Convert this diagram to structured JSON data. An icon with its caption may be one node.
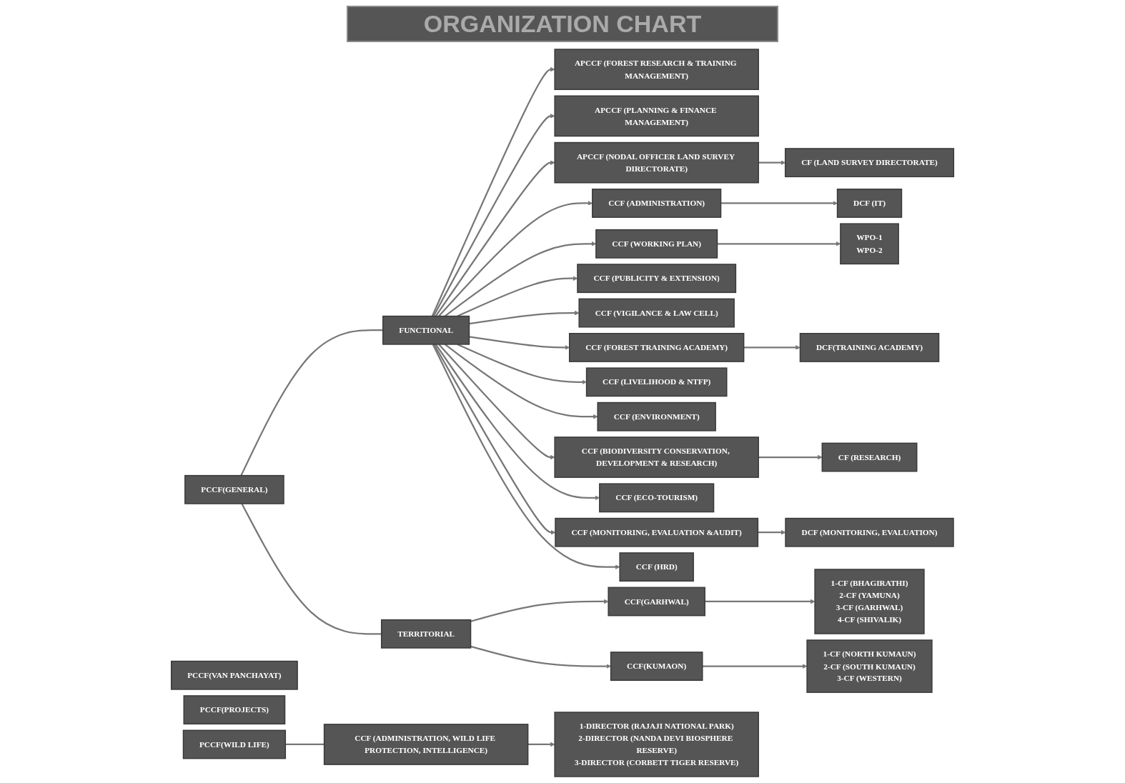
{
  "diagram": {
    "title": "ORGANIZATION CHART",
    "nodes": [
      {
        "text": [
          "PCCF(GENERAL)"
        ]
      },
      {
        "text": [
          "PCCF(VAN PANCHAYAT)"
        ]
      },
      {
        "text": [
          "PCCF(PROJECTS)"
        ]
      },
      {
        "text": [
          "PCCF(WILD LIFE)"
        ]
      },
      {
        "text": [
          "FUNCTIONAL"
        ]
      },
      {
        "text": [
          "TERRITORIAL"
        ]
      },
      {
        "text": [
          "APCCF (FOREST RESEARCH & TRAINING MANAGEMENT)"
        ]
      },
      {
        "text": [
          "APCCF (PLANNING & FINANCE MANAGEMENT)"
        ]
      },
      {
        "text": [
          "APCCF (NODAL OFFICER LAND SURVEY DIRECTORATE)"
        ]
      },
      {
        "text": [
          "CCF(GARHWAL)"
        ]
      },
      {
        "text": [
          "CCF(KUMAON)"
        ]
      },
      {
        "text": [
          "1-CF (BHAGIRATHI)",
          "2-CF (YAMUNA)",
          "3-CF (GARHWAL)",
          "4-CF (SHIVALIK)"
        ]
      },
      {
        "text": [
          "1-CF (NORTH KUMAUN)",
          "2-CF (SOUTH KUMAUN)",
          "3-CF (WESTERN)"
        ]
      },
      {
        "text": [
          "CCF (ADMINISTRATION)"
        ]
      },
      {
        "text": [
          "DCF (IT)"
        ]
      },
      {
        "text": [
          "CCF (WORKING PLAN)"
        ]
      },
      {
        "text": [
          "WPO-1",
          "WPO-2"
        ]
      },
      {
        "text": [
          "CCF (PUBLICITY & EXTENSION)"
        ]
      },
      {
        "text": [
          "CCF (VIGILANCE & LAW CELL)"
        ]
      },
      {
        "text": [
          "CF (LAND SURVEY DIRECTORATE)"
        ]
      },
      {
        "text": [
          "CCF (FOREST TRAINING ACADEMY)"
        ]
      },
      {
        "text": [
          "DCF(TRAINING ACADEMY)"
        ]
      },
      {
        "text": [
          "CCF (ADMINISTRATION, WILD LIFE PROTECTION, INTELLIGENCE)"
        ]
      },
      {
        "text": [
          "CCF (LIVELIHOOD & NTFP)"
        ]
      },
      {
        "text": [
          "CCF (ENVIRONMENT)"
        ]
      },
      {
        "text": [
          "CCF (BIODIVERSITY CONSERVATION, DEVELOPMENT & RESEARCH)"
        ]
      },
      {
        "text": [
          "CF (RESEARCH)"
        ]
      },
      {
        "text": [
          "1-DIRECTOR (RAJAJI NATIONAL PARK)",
          "2-DIRECTOR (NANDA DEVI BIOSPHERE RESERVE)",
          "3-DIRECTOR (CORBETT TIGER RESERVE)"
        ]
      },
      {
        "text": [
          "CCF (ECO-TOURISM)"
        ]
      },
      {
        "text": [
          "CCF (MONITORING, EVALUATION &AUDIT)"
        ]
      },
      {
        "text": [
          "DCF (MONITORING, EVALUATION)"
        ]
      },
      {
        "text": [
          "CCF (HRD)"
        ]
      }
    ],
    "edges": [
      {
        "from": 0,
        "to": 4,
        "arrow": "none"
      },
      {
        "from": 0,
        "to": 5,
        "arrow": "none"
      },
      {
        "from": 4,
        "to": 6,
        "arrow": "to"
      },
      {
        "from": 4,
        "to": 7,
        "arrow": "to"
      },
      {
        "from": 4,
        "to": 8,
        "arrow": "to"
      },
      {
        "from": 5,
        "to": 9,
        "arrow": "to"
      },
      {
        "from": 5,
        "to": 10,
        "arrow": "to"
      },
      {
        "from": 9,
        "to": 11,
        "arrow": "to"
      },
      {
        "from": 10,
        "to": 12,
        "arrow": "to"
      },
      {
        "from": 4,
        "to": 13,
        "arrow": "to"
      },
      {
        "from": 13,
        "to": 14,
        "arrow": "to"
      },
      {
        "from": 4,
        "to": 15,
        "arrow": "to"
      },
      {
        "from": 15,
        "to": 16,
        "arrow": "to"
      },
      {
        "from": 4,
        "to": 17,
        "arrow": "to"
      },
      {
        "from": 4,
        "to": 18,
        "arrow": "to"
      },
      {
        "from": 8,
        "to": 19,
        "arrow": "to"
      },
      {
        "from": 4,
        "to": 20,
        "arrow": "to"
      },
      {
        "from": 20,
        "to": 21,
        "arrow": "to"
      },
      {
        "from": 3,
        "to": 22,
        "arrow": "none"
      },
      {
        "from": 4,
        "to": 23,
        "arrow": "to"
      },
      {
        "from": 4,
        "to": 24,
        "arrow": "to"
      },
      {
        "from": 4,
        "to": 25,
        "arrow": "to"
      },
      {
        "from": 25,
        "to": 26,
        "arrow": "to"
      },
      {
        "from": 22,
        "to": 27,
        "arrow": "to"
      },
      {
        "from": 4,
        "to": 28,
        "arrow": "to"
      },
      {
        "from": 4,
        "to": 29,
        "arrow": "to"
      },
      {
        "from": 29,
        "to": 30,
        "arrow": "to"
      },
      {
        "from": 4,
        "to": 31,
        "arrow": "to"
      }
    ]
  }
}
